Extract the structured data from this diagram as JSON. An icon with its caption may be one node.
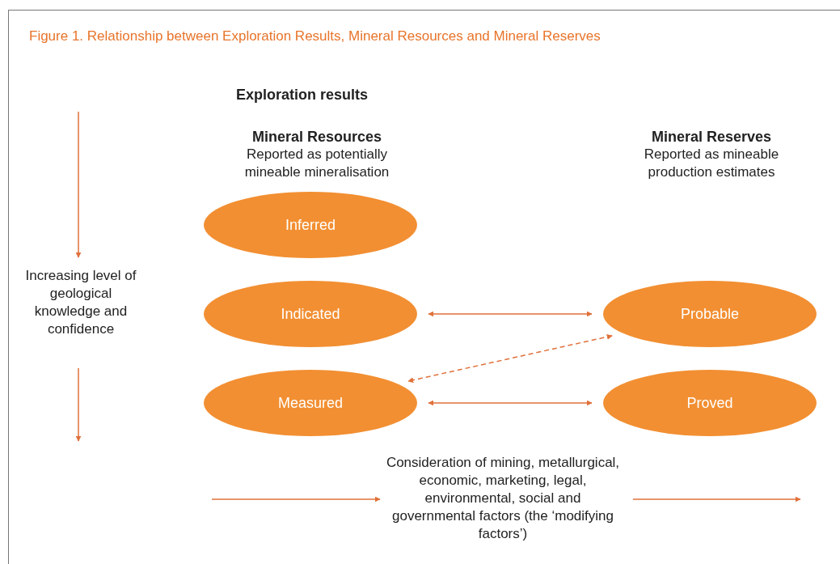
{
  "diagram": {
    "title": "Figure 1. Relationship between Exploration Results, Mineral Resources and Mineral Reserves",
    "nodes": [
      {
        "text": [
          "Inferred"
        ]
      },
      {
        "text": [
          "Indicated"
        ]
      },
      {
        "text": [
          "Measured"
        ]
      },
      {
        "text": [
          "Probable"
        ]
      },
      {
        "text": [
          "Proved"
        ]
      }
    ],
    "edges": [
      {
        "from": 1,
        "to": 3,
        "arrow": "both"
      },
      {
        "from": 3,
        "to": 2,
        "arrow": "both",
        "style": "dashed"
      },
      {
        "from": 2,
        "to": 4,
        "arrow": "both"
      }
    ],
    "labels": [
      "Exploration results",
      "Mineral Resources",
      "Reported as potentially mineable mineralisation",
      "Mineral Reserves",
      "Reported as mineable production estimates",
      "Increasing level of geological knowledge and confidence",
      "Consideration of mining, metallurgical, economic, marketing, legal, environmental, social and governmental factors (the ‘modifying factors’)"
    ]
  }
}
